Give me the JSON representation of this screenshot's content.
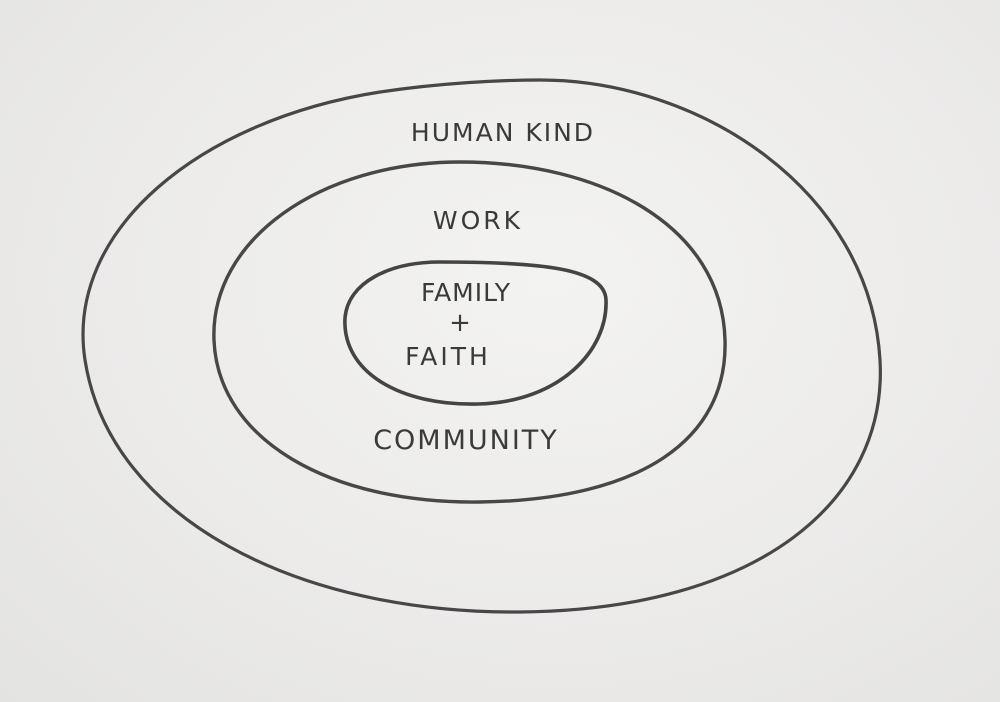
{
  "diagram": {
    "ink_color": "#3c3c3c",
    "paper_color": "#ececeb",
    "rings": [
      {
        "id": "outer",
        "label": "HUMAN KIND"
      },
      {
        "id": "middle",
        "label_top": "WORK",
        "label_bottom": "COMMUNITY"
      },
      {
        "id": "inner",
        "label_line1": "FAMILY",
        "label_line2": "+",
        "label_line3": "FAITH"
      }
    ]
  }
}
